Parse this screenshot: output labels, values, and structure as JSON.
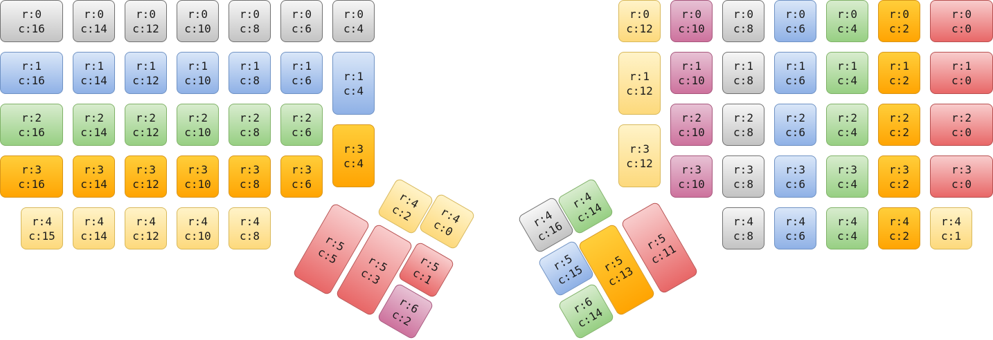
{
  "colors": {
    "gray": "#d4d4d4",
    "blue": "#a9c4eb",
    "green": "#b9e0a5",
    "orange": "#ffb60f",
    "yellow": "#ffe599",
    "red": "#ef8d8d",
    "pink": "#d991b5"
  },
  "left_half": {
    "keys": [
      {
        "row": "r:0",
        "col": "c:16",
        "color": "gray"
      },
      {
        "row": "r:0",
        "col": "c:14",
        "color": "gray"
      },
      {
        "row": "r:0",
        "col": "c:12",
        "color": "gray"
      },
      {
        "row": "r:0",
        "col": "c:10",
        "color": "gray"
      },
      {
        "row": "r:0",
        "col": "c:8",
        "color": "gray"
      },
      {
        "row": "r:0",
        "col": "c:6",
        "color": "gray"
      },
      {
        "row": "r:0",
        "col": "c:4",
        "color": "gray"
      },
      {
        "row": "r:1",
        "col": "c:16",
        "color": "blue"
      },
      {
        "row": "r:1",
        "col": "c:14",
        "color": "blue"
      },
      {
        "row": "r:1",
        "col": "c:12",
        "color": "blue"
      },
      {
        "row": "r:1",
        "col": "c:10",
        "color": "blue"
      },
      {
        "row": "r:1",
        "col": "c:8",
        "color": "blue"
      },
      {
        "row": "r:1",
        "col": "c:6",
        "color": "blue"
      },
      {
        "row": "r:1",
        "col": "c:4",
        "color": "blue"
      },
      {
        "row": "r:2",
        "col": "c:16",
        "color": "green"
      },
      {
        "row": "r:2",
        "col": "c:14",
        "color": "green"
      },
      {
        "row": "r:2",
        "col": "c:12",
        "color": "green"
      },
      {
        "row": "r:2",
        "col": "c:10",
        "color": "green"
      },
      {
        "row": "r:2",
        "col": "c:8",
        "color": "green"
      },
      {
        "row": "r:2",
        "col": "c:6",
        "color": "green"
      },
      {
        "row": "r:3",
        "col": "c:4",
        "color": "orange"
      },
      {
        "row": "r:3",
        "col": "c:16",
        "color": "orange"
      },
      {
        "row": "r:3",
        "col": "c:14",
        "color": "orange"
      },
      {
        "row": "r:3",
        "col": "c:12",
        "color": "orange"
      },
      {
        "row": "r:3",
        "col": "c:10",
        "color": "orange"
      },
      {
        "row": "r:3",
        "col": "c:8",
        "color": "orange"
      },
      {
        "row": "r:3",
        "col": "c:6",
        "color": "orange"
      },
      {
        "row": "r:4",
        "col": "c:15",
        "color": "yellow"
      },
      {
        "row": "r:4",
        "col": "c:14",
        "color": "yellow"
      },
      {
        "row": "r:4",
        "col": "c:12",
        "color": "yellow"
      },
      {
        "row": "r:4",
        "col": "c:10",
        "color": "yellow"
      },
      {
        "row": "r:4",
        "col": "c:8",
        "color": "yellow"
      }
    ]
  },
  "left_thumb": {
    "keys": [
      {
        "row": "r:4",
        "col": "c:2",
        "color": "yellow"
      },
      {
        "row": "r:4",
        "col": "c:0",
        "color": "yellow"
      },
      {
        "row": "r:5",
        "col": "c:5",
        "color": "red"
      },
      {
        "row": "r:5",
        "col": "c:3",
        "color": "red"
      },
      {
        "row": "r:5",
        "col": "c:1",
        "color": "red"
      },
      {
        "row": "r:6",
        "col": "c:2",
        "color": "pink"
      }
    ]
  },
  "right_half": {
    "keys": [
      {
        "row": "r:0",
        "col": "c:12",
        "color": "yellow"
      },
      {
        "row": "r:0",
        "col": "c:10",
        "color": "pink"
      },
      {
        "row": "r:0",
        "col": "c:8",
        "color": "gray"
      },
      {
        "row": "r:0",
        "col": "c:6",
        "color": "blue"
      },
      {
        "row": "r:0",
        "col": "c:4",
        "color": "green"
      },
      {
        "row": "r:0",
        "col": "c:2",
        "color": "orange"
      },
      {
        "row": "r:0",
        "col": "c:0",
        "color": "red"
      },
      {
        "row": "r:1",
        "col": "c:12",
        "color": "yellow"
      },
      {
        "row": "r:1",
        "col": "c:10",
        "color": "pink"
      },
      {
        "row": "r:1",
        "col": "c:8",
        "color": "gray"
      },
      {
        "row": "r:1",
        "col": "c:6",
        "color": "blue"
      },
      {
        "row": "r:1",
        "col": "c:4",
        "color": "green"
      },
      {
        "row": "r:1",
        "col": "c:2",
        "color": "orange"
      },
      {
        "row": "r:1",
        "col": "c:0",
        "color": "red"
      },
      {
        "row": "r:3",
        "col": "c:12",
        "color": "yellow"
      },
      {
        "row": "r:2",
        "col": "c:10",
        "color": "pink"
      },
      {
        "row": "r:2",
        "col": "c:8",
        "color": "gray"
      },
      {
        "row": "r:2",
        "col": "c:6",
        "color": "blue"
      },
      {
        "row": "r:2",
        "col": "c:4",
        "color": "green"
      },
      {
        "row": "r:2",
        "col": "c:2",
        "color": "orange"
      },
      {
        "row": "r:2",
        "col": "c:0",
        "color": "red"
      },
      {
        "row": "r:3",
        "col": "c:10",
        "color": "pink"
      },
      {
        "row": "r:3",
        "col": "c:8",
        "color": "gray"
      },
      {
        "row": "r:3",
        "col": "c:6",
        "color": "blue"
      },
      {
        "row": "r:3",
        "col": "c:4",
        "color": "green"
      },
      {
        "row": "r:3",
        "col": "c:2",
        "color": "orange"
      },
      {
        "row": "r:3",
        "col": "c:0",
        "color": "red"
      },
      {
        "row": "r:4",
        "col": "c:8",
        "color": "gray"
      },
      {
        "row": "r:4",
        "col": "c:6",
        "color": "blue"
      },
      {
        "row": "r:4",
        "col": "c:4",
        "color": "green"
      },
      {
        "row": "r:4",
        "col": "c:2",
        "color": "orange"
      },
      {
        "row": "r:4",
        "col": "c:1",
        "color": "yellow"
      }
    ]
  },
  "right_thumb": {
    "keys": [
      {
        "row": "r:4",
        "col": "c:16",
        "color": "gray"
      },
      {
        "row": "r:4",
        "col": "c:14",
        "color": "green"
      },
      {
        "row": "r:5",
        "col": "c:15",
        "color": "blue"
      },
      {
        "row": "r:5",
        "col": "c:13",
        "color": "orange"
      },
      {
        "row": "r:5",
        "col": "c:11",
        "color": "red"
      },
      {
        "row": "r:6",
        "col": "c:14",
        "color": "green"
      }
    ]
  }
}
